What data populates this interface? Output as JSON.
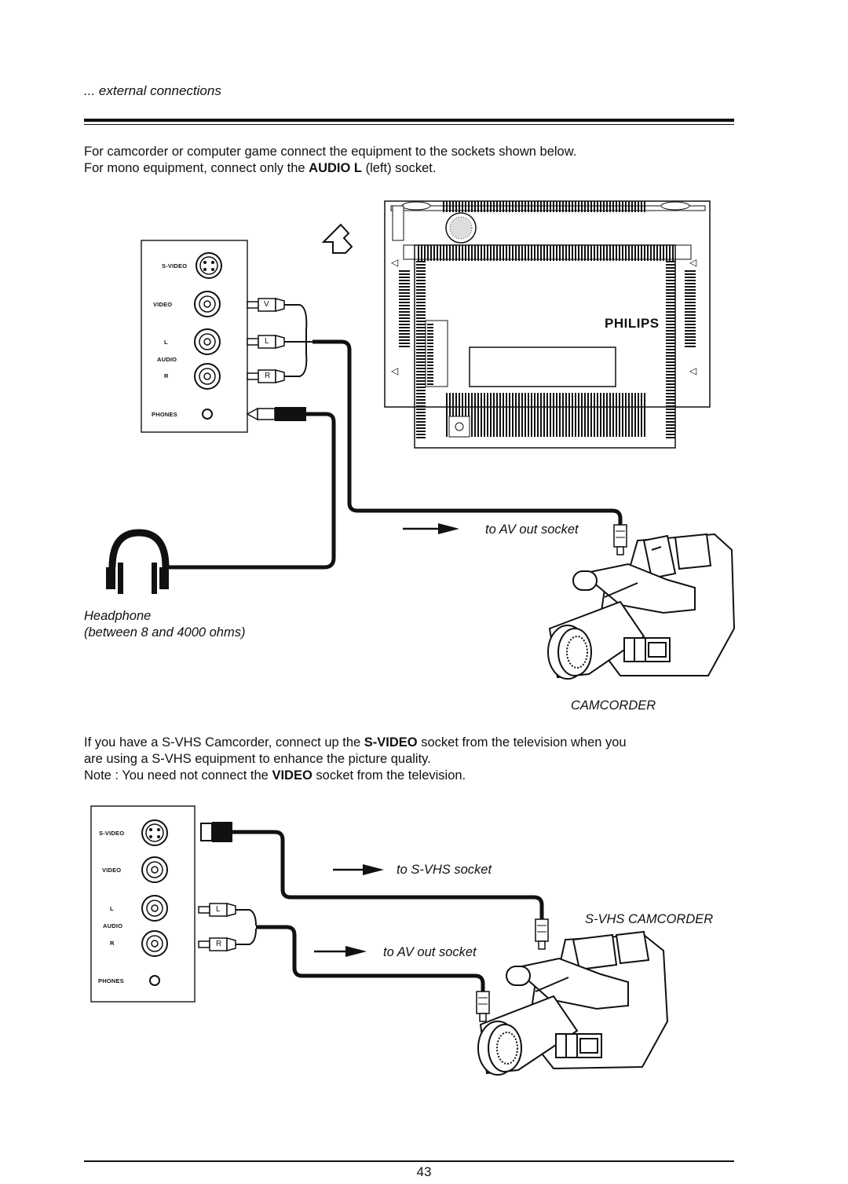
{
  "header": {
    "section_title": "... external connections"
  },
  "intro": {
    "line1": "For camcorder or computer game connect the equipment to the sockets shown below.",
    "line2_pre": "For mono equipment, connect only the ",
    "line2_bold": "AUDIO L",
    "line2_post": " (left) socket."
  },
  "panel_top": {
    "svideo": "S-VIDEO",
    "video": "VIDEO",
    "l": "L",
    "audio": "AUDIO",
    "r": "R",
    "phones": "PHONES"
  },
  "tv": {
    "brand": "PHILIPS"
  },
  "plugs": {
    "v": "V",
    "l": "L",
    "r": "R"
  },
  "figure1": {
    "arrow_label": "to  AV out socket",
    "headphone_title": "Headphone",
    "headphone_spec": "(between 8 and 4000 ohms)",
    "camcorder_label": "CAMCORDER"
  },
  "svhs_text": {
    "line1_pre": "If you have a S-VHS Camcorder, connect up the ",
    "line1_bold": "S-VIDEO",
    "line1_post": " socket  from the television when you",
    "line2": "are using a S-VHS equipment  to enhance the picture quality.",
    "line3_pre": "Note : You need not connect the ",
    "line3_bold": "VIDEO",
    "line3_post": " socket from the television."
  },
  "panel_bottom": {
    "svideo": "S-VIDEO",
    "video": "VIDEO",
    "l": "L",
    "audio": "AUDIO",
    "r": "R",
    "phones": "PHONES"
  },
  "figure2": {
    "svhs_arrow_label": "to  S-VHS socket",
    "av_arrow_label": "to  AV out socket",
    "camcorder_label": "S-VHS CAMCORDER"
  },
  "footer": {
    "page_number": "43"
  }
}
